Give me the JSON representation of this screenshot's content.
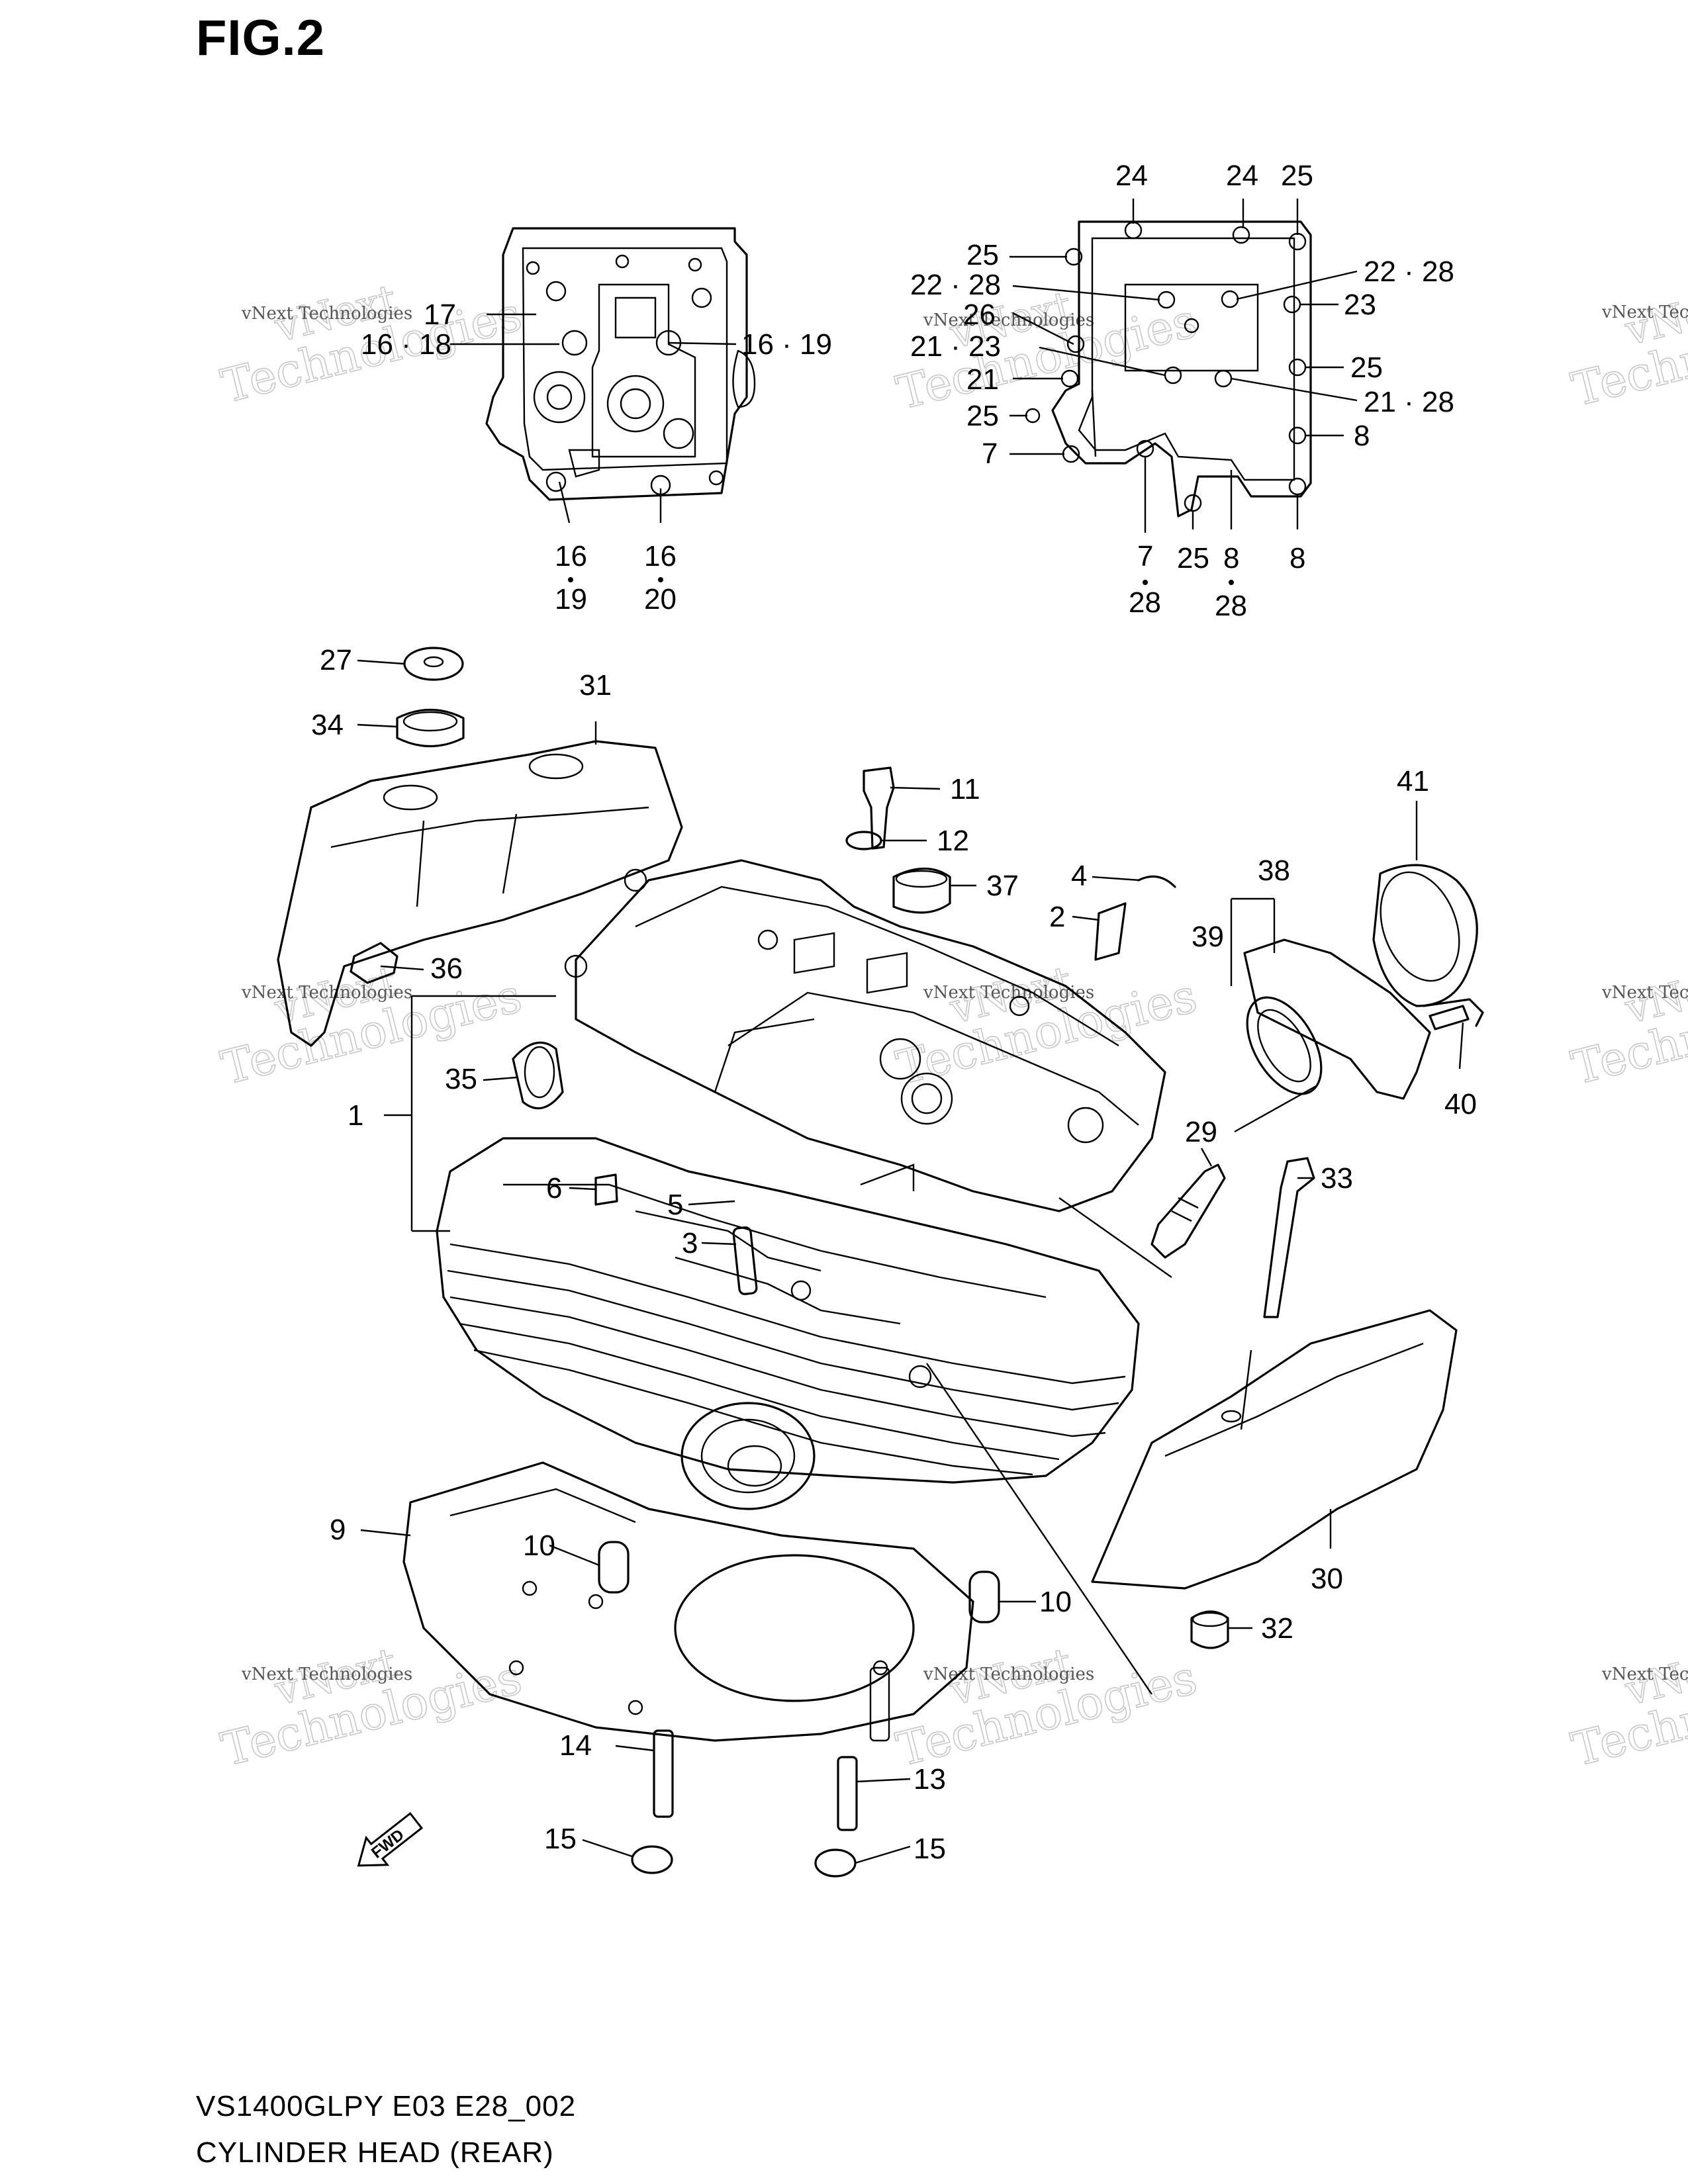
{
  "figure": {
    "title": "FIG.2",
    "code": "VS1400GLPY E03 E28_002",
    "name": "CYLINDER HEAD (REAR)"
  },
  "watermark": {
    "line1": "vNext",
    "line2": "Technologies",
    "small": "vNext Technologies"
  },
  "fwd_label": "FWD",
  "callouts": {
    "c1": "1",
    "c2": "2",
    "c3": "3",
    "c4": "4",
    "c5": "5",
    "c6": "6",
    "c7a": "7",
    "c7b": "7",
    "c8a": "8",
    "c8b": "8",
    "c8c": "8",
    "c9": "9",
    "c10a": "10",
    "c10b": "10",
    "c11": "11",
    "c12": "12",
    "c13": "13",
    "c14": "14",
    "c15a": "15",
    "c15b": "15",
    "c16_18": "16 · 18",
    "c16_19": "16 · 19",
    "c16a": "16",
    "c19": "19",
    "c16b": "16",
    "c20": "20",
    "c17": "17",
    "c21a": "21",
    "c21_23": "21 · 23",
    "c21_28": "21 · 28",
    "c22_28a": "22 · 28",
    "c22_28b": "22 · 28",
    "c23": "23",
    "c24a": "24",
    "c24b": "24",
    "c25a": "25",
    "c25b": "25",
    "c25c": "25",
    "c25d": "25",
    "c25e": "25",
    "c26": "26",
    "c27": "27",
    "c28a": "28",
    "c28b": "28",
    "c29": "29",
    "c30": "30",
    "c31": "31",
    "c32": "32",
    "c33": "33",
    "c34": "34",
    "c35": "35",
    "c36": "36",
    "c37": "37",
    "c38": "38",
    "c39": "39",
    "c40": "40",
    "c41": "41"
  }
}
